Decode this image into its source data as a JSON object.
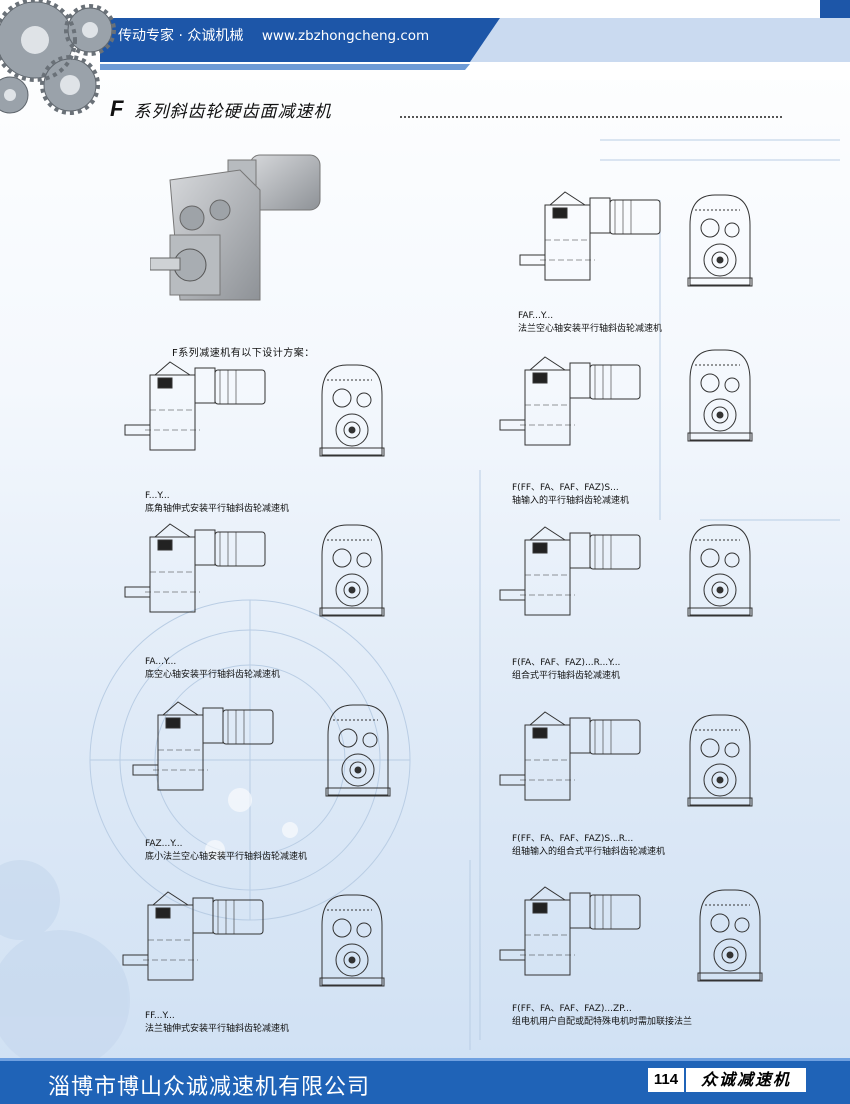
{
  "header": {
    "slogan": "传动专家 · 众诚机械",
    "website": "www.zbzhongcheng.com"
  },
  "title": {
    "letter": "F",
    "text": "系列斜齿轮硬齿面减速机"
  },
  "intro": "F系列减速机有以下设计方案：",
  "designs": [
    {
      "code": "FAF...Y...",
      "desc": "法兰空心轴安装平行轴斜齿轮减速机"
    },
    {
      "code": "F...Y...",
      "desc": "底角轴伸式安装平行轴斜齿轮减速机"
    },
    {
      "code": "F(FF、FA、FAF、FAZ)S...",
      "desc": "轴输入的平行轴斜齿轮减速机"
    },
    {
      "code": "FA...Y...",
      "desc": "底空心轴安装平行轴斜齿轮减速机"
    },
    {
      "code": "F(FA、FAF、FAZ)...R...Y...",
      "desc": "组合式平行轴斜齿轮减速机"
    },
    {
      "code": "FAZ...Y...",
      "desc": "底小法兰空心轴安装平行轴斜齿轮减速机"
    },
    {
      "code": "F(FF、FA、FAF、FAZ)S...R...",
      "desc": "组轴输入的组合式平行轴斜齿轮减速机"
    },
    {
      "code": "FF...Y...",
      "desc": "法兰轴伸式安装平行轴斜齿轮减速机"
    },
    {
      "code": "F(FF、FA、FAF、FAZ)...ZP...",
      "desc": "组电机用户自配或配特殊电机时需加联接法兰"
    }
  ],
  "footer": {
    "company": "淄博市博山众诚减速机有限公司",
    "page": "114",
    "brand": "众诚减速机"
  },
  "colors": {
    "header_blue": "#1d56a8",
    "footer_blue": "#1f63b7",
    "accent_white": "#ffffff"
  }
}
